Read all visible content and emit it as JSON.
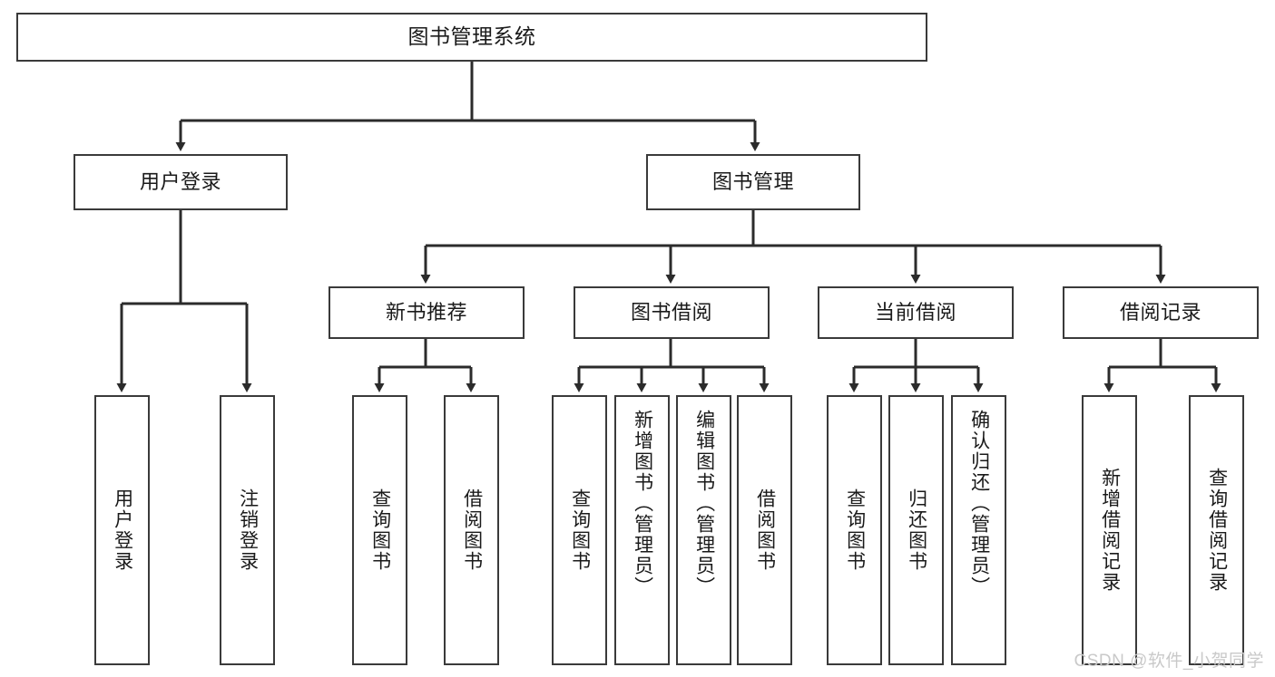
{
  "diagram": {
    "title": "图书管理系统",
    "type": "hierarchy-tree",
    "watermark": "CSDN @软件_小贺同学",
    "colors": {
      "box_border": "#3a3a3a",
      "box_fill": "#ffffff",
      "connector": "#2b2b2b",
      "text": "#1a1a1a",
      "watermark": "#c9c9c9"
    },
    "root": {
      "label": "图书管理系统"
    },
    "level2": [
      {
        "label": "用户登录"
      },
      {
        "label": "图书管理"
      }
    ],
    "level3": [
      {
        "label": "新书推荐"
      },
      {
        "label": "图书借阅"
      },
      {
        "label": "当前借阅"
      },
      {
        "label": "借阅记录"
      }
    ],
    "leaves": {
      "user_login": [
        {
          "label": "用户登录"
        },
        {
          "label": "注销登录"
        }
      ],
      "new_book": [
        {
          "label": "查询图书"
        },
        {
          "label": "借阅图书"
        }
      ],
      "book_borrow": [
        {
          "label": "查询图书"
        },
        {
          "label": "新增图书（管理员）"
        },
        {
          "label": "编辑图书（管理员）"
        },
        {
          "label": "借阅图书"
        }
      ],
      "current_borrow": [
        {
          "label": "查询图书"
        },
        {
          "label": "归还图书"
        },
        {
          "label": "确认归还（管理员）"
        }
      ],
      "borrow_record": [
        {
          "label": "新增借阅记录"
        },
        {
          "label": "查询借阅记录"
        }
      ]
    }
  }
}
